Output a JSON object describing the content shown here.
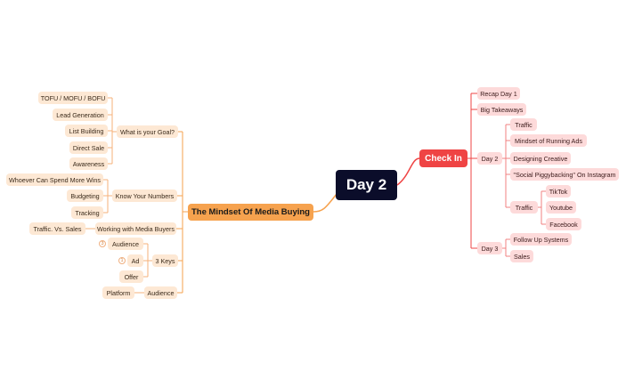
{
  "center": "Day 2",
  "right": {
    "title": "Check In",
    "recap": "Recap Day 1",
    "big_takeaways": "Big Takeaways",
    "day2": "Day 2",
    "day2_items": [
      "Traffic",
      "Mindset of Running Ads",
      "Designing Creative",
      "\"Social Piggybacking\" On Instagram"
    ],
    "traffic": "Traffic",
    "traffic_items": [
      "TikTok",
      "Youtube",
      "Facebook"
    ],
    "day3": "Day 3",
    "day3_items": [
      "Follow Up Systems",
      "Sales"
    ]
  },
  "left": {
    "title": "The Mindset Of Media Buying",
    "goal": "What is your Goal?",
    "goal_items": [
      "TOFU / MOFU / BOFU",
      "Lead Generation",
      "List Building",
      "Direct Sale",
      "Awareness"
    ],
    "numbers": "Know Your Numbers",
    "numbers_items": [
      "Whoever Can Spend More Wins",
      "Budgeting",
      "Tracking"
    ],
    "buyers": "Working with Media Buyers",
    "buyers_items": [
      "Traffic. Vs. Sales"
    ],
    "keys": "3 Keys",
    "keys_items": [
      "Audience",
      "Ad",
      "Offer"
    ],
    "keys_badges": [
      "3",
      "1"
    ],
    "audience": "Audience",
    "audience_items": [
      "Platform"
    ]
  },
  "colors": {
    "center": "#0b0d2a",
    "right": "#ef4444",
    "left": "#f6a24e",
    "leaf_orange": "#fde8d4",
    "leaf_red": "#fddada"
  }
}
